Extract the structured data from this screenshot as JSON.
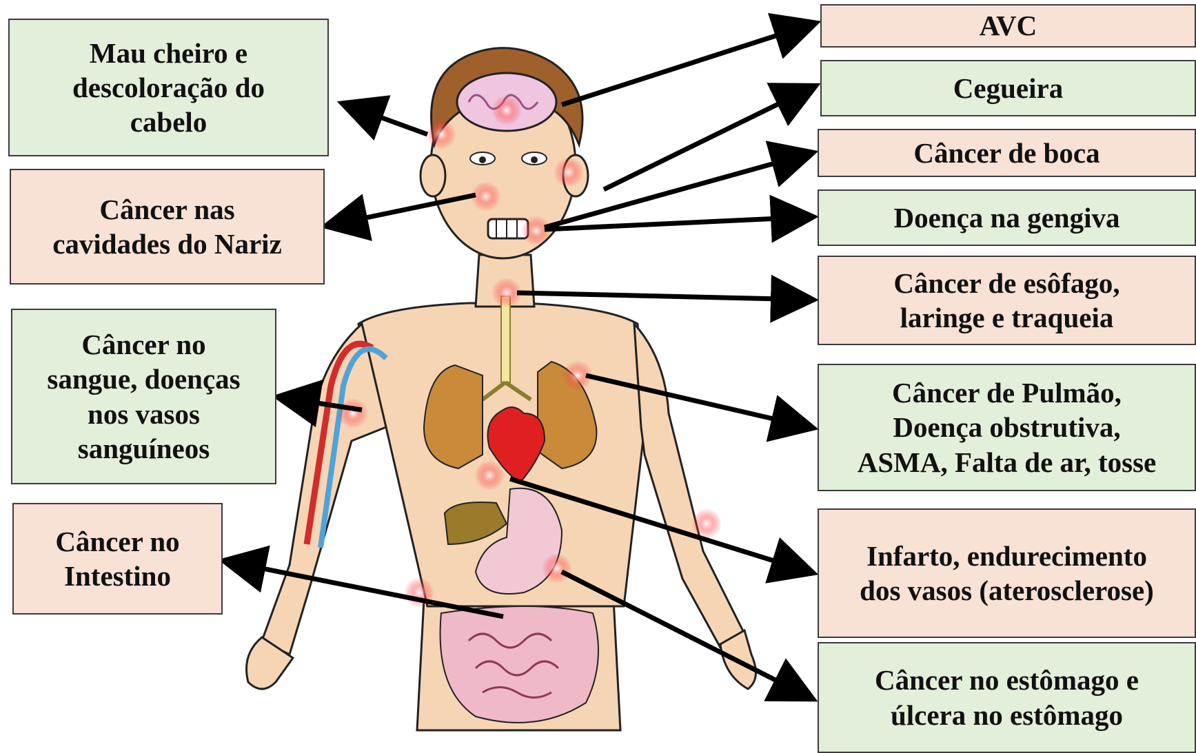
{
  "colors": {
    "green_box": "#e2efda",
    "pink_box": "#f8e1d5",
    "arrow": "#000000",
    "highlight": "#ff3b3b"
  },
  "labels": {
    "hair": "Mau cheiro e\ndescoloração do\ncabelo",
    "nose": "Câncer nas\ncavidades do Nariz",
    "blood": "Câncer no\nsangue, doenças\nnos vasos\nsanguíneos",
    "intestine": "Câncer no\nIntestino",
    "stroke": "AVC",
    "blindness": "Cegueira",
    "mouth": "Câncer de boca",
    "gum": "Doença na gengiva",
    "esophagus": "Câncer de esôfago,\nlaringe e traqueia",
    "lung": "Câncer de Pulmão,\nDoença obstrutiva,\nASMA, Falta de ar, tosse",
    "heart": "Infarto, endurecimento\ndos vasos (aterosclerose)",
    "stomach": "Câncer no estômago e\núlcera no estômago"
  }
}
